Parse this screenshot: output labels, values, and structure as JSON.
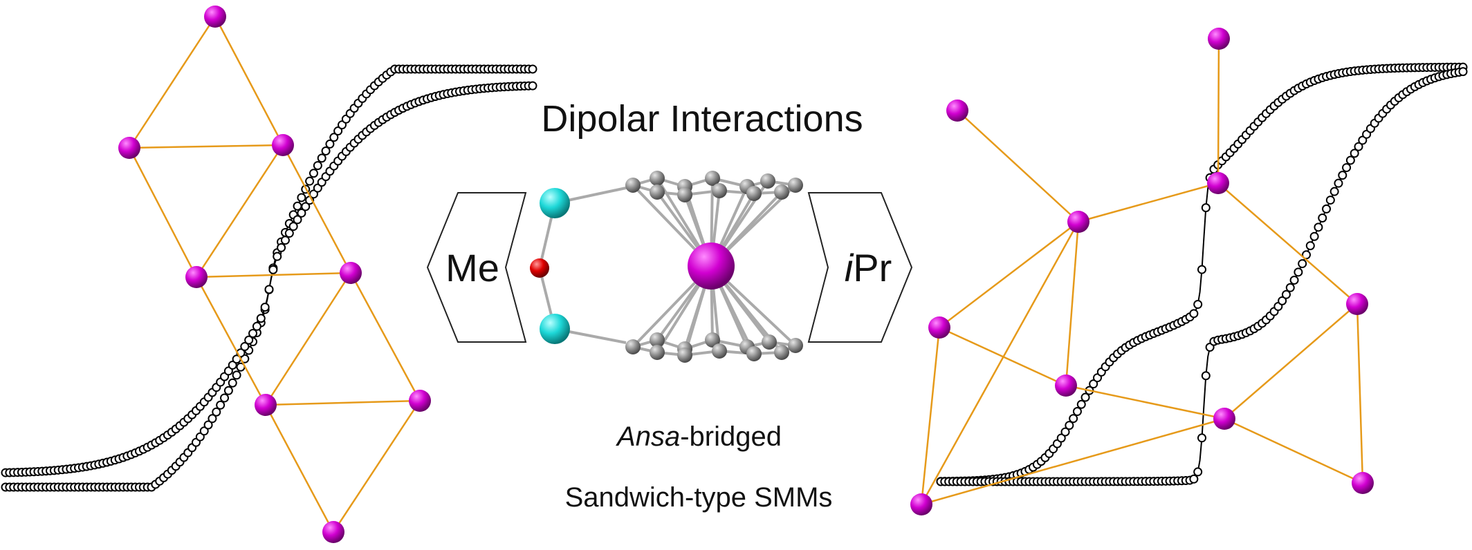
{
  "title": "Dipolar Interactions",
  "left_label": "Me",
  "right_label_italic": "i",
  "right_label_rest": "Pr",
  "subtitle_italic": "Ansa",
  "subtitle_rest": "-bridged",
  "subtitle_line2": "Sandwich-type SMMs",
  "colors": {
    "lanthanide": "#cc00cc",
    "bond": "#e69a1a",
    "silicon": "#00cccc",
    "oxygen": "#dd0000",
    "carbon": "#888888",
    "hysteresis": "#000000"
  },
  "icons": [
    "hysteresis-loop-left",
    "hysteresis-loop-right",
    "dy-network-left",
    "dy-network-right",
    "molecule-structure"
  ]
}
